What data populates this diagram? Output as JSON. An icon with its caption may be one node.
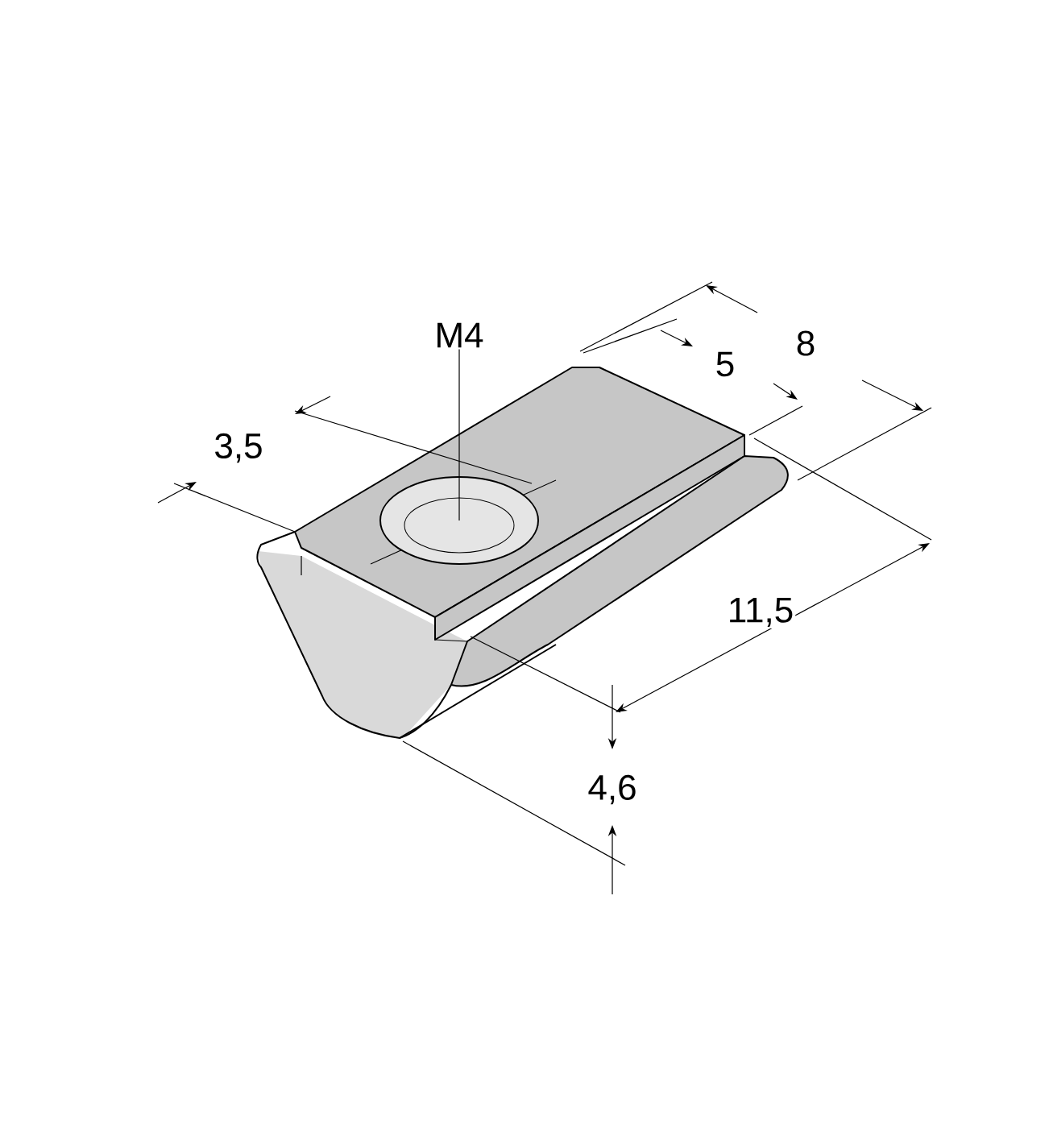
{
  "diagram": {
    "nodes": [
      {
        "text": [
          "M4"
        ]
      },
      {
        "text": [],
        "shape": "circle"
      }
    ],
    "edges": [
      {
        "from": 0,
        "to": 1,
        "arrow": "none"
      }
    ],
    "labels": [
      "3,5",
      "5",
      "8",
      "11,5",
      "4,6"
    ]
  }
}
